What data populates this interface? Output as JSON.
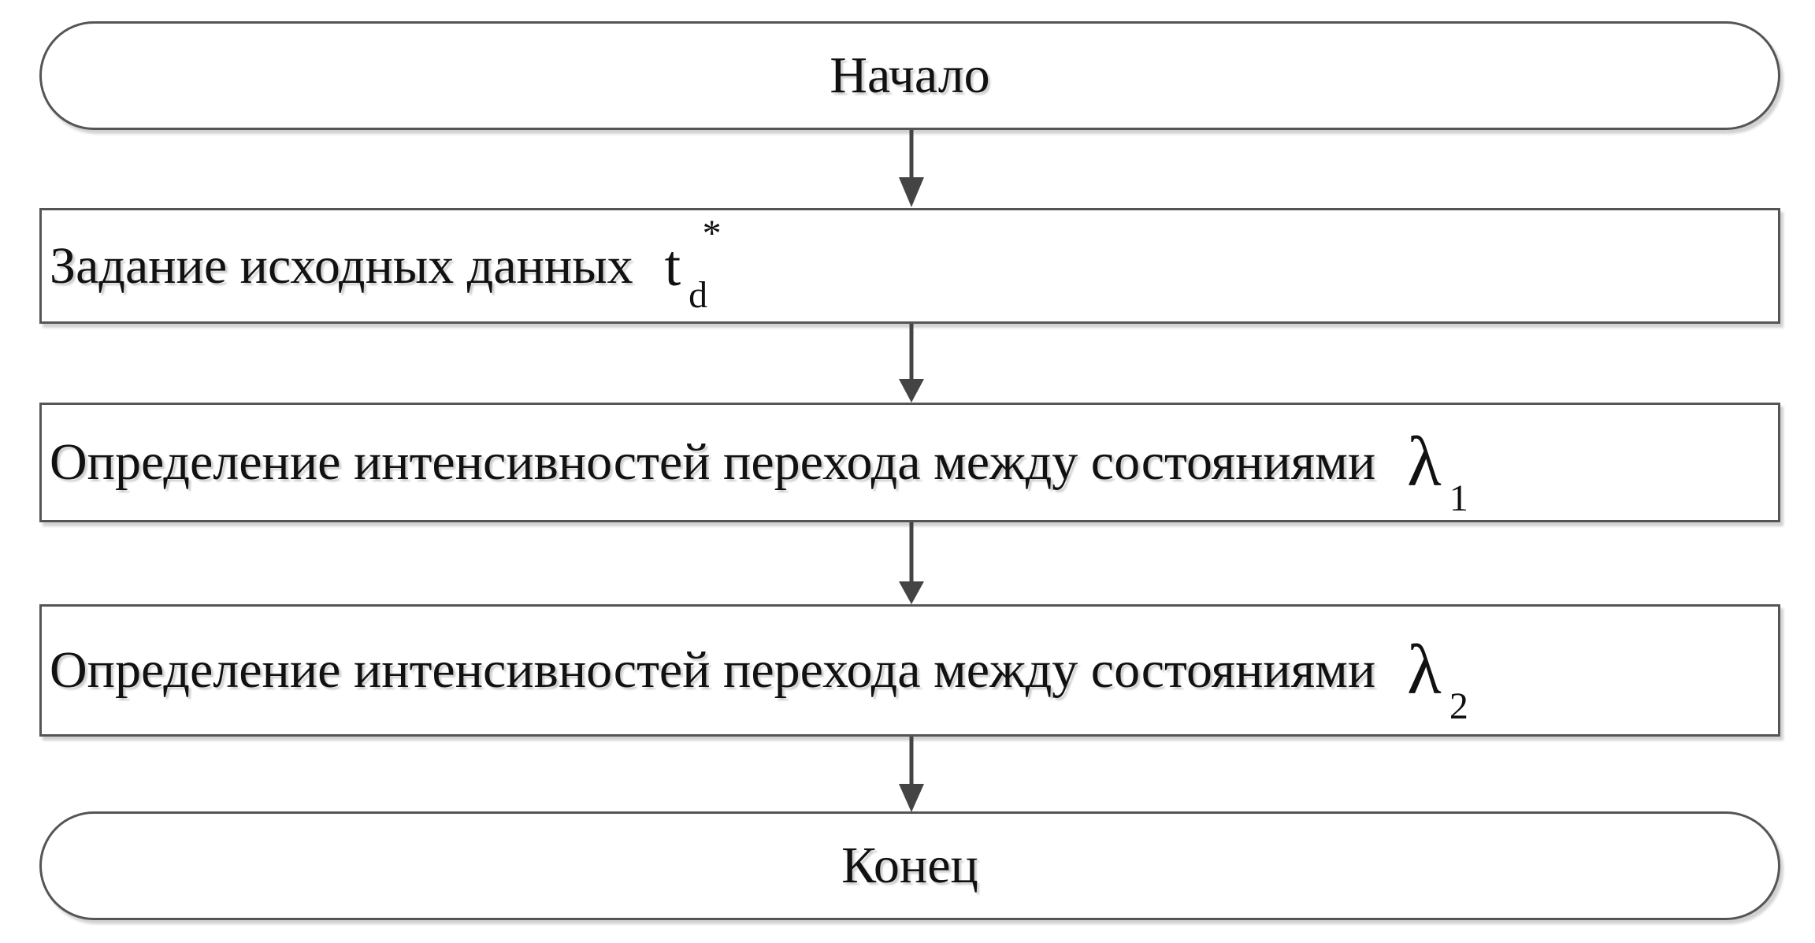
{
  "diagram": {
    "start": {
      "label": "Начало"
    },
    "steps": [
      {
        "label": "Задание исходных данных",
        "symbol": "t",
        "subscript": "d",
        "superscript": "*"
      },
      {
        "label": "Определение интенсивностей перехода между состояниями",
        "symbol": "λ",
        "subscript": "1"
      },
      {
        "label": "Определение интенсивностей перехода между состояниями",
        "symbol": "λ",
        "subscript": "2"
      }
    ],
    "end": {
      "label": "Конец"
    },
    "colors": {
      "stroke": "#555555",
      "arrow": "#444444",
      "text": "#111111",
      "background": "#ffffff"
    }
  }
}
